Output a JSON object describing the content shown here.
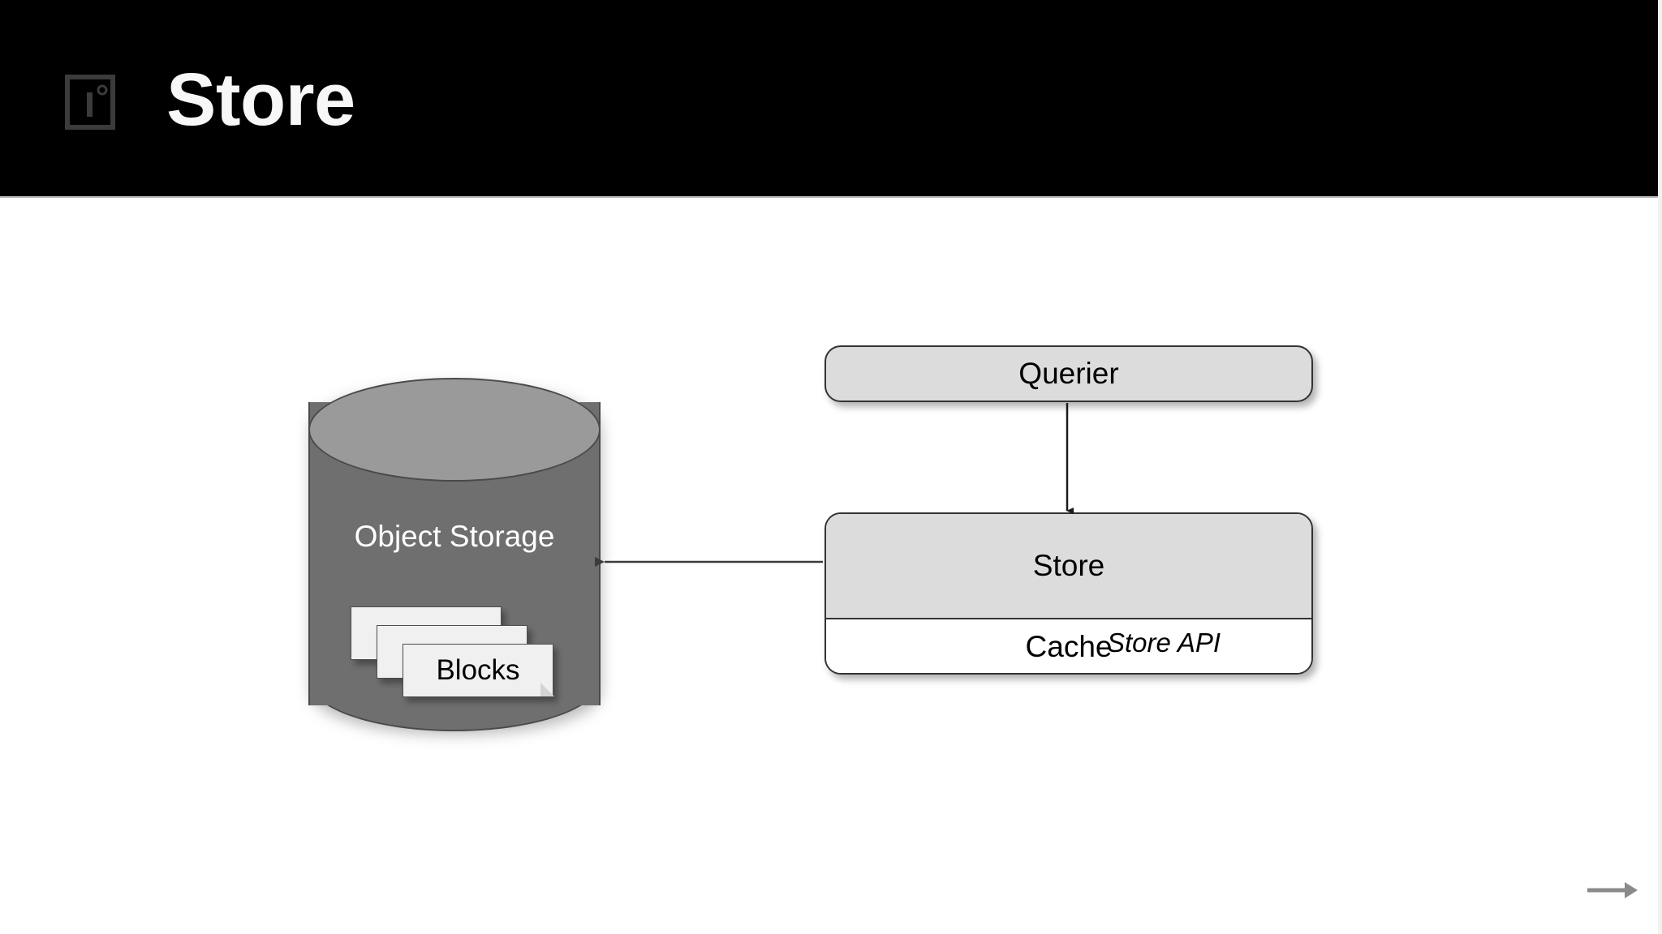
{
  "header": {
    "title": "Store",
    "icon": "store-logo-icon",
    "background_color": "#000000",
    "title_color": "#f7f7f7"
  },
  "diagram": {
    "type": "architecture-diagram",
    "nodes": [
      {
        "id": "object-storage",
        "label": "Object Storage",
        "shape": "cylinder",
        "fill_color": "#6f6f6f",
        "top_fill_color": "#9a9a9a",
        "text_color": "#ffffff"
      },
      {
        "id": "blocks",
        "label": "Blocks",
        "shape": "stacked-notes",
        "count": 3,
        "fill_color": "#f0f0f0",
        "text_color": "#000000"
      },
      {
        "id": "querier",
        "label": "Querier",
        "shape": "rounded-rect",
        "fill_color": "#dcdcdc",
        "text_color": "#000000"
      },
      {
        "id": "store",
        "label": "Store",
        "shape": "rounded-rect",
        "fill_color": "#dcdcdc",
        "text_color": "#000000"
      },
      {
        "id": "cache",
        "label": "Cache",
        "shape": "rounded-rect-section",
        "fill_color": "#ffffff",
        "text_color": "#000000"
      }
    ],
    "edges": [
      {
        "id": "querier-to-store",
        "from": "querier",
        "to": "store",
        "label": "Store API",
        "label_style": "italic",
        "direction": "down",
        "color": "#1a1a1a"
      },
      {
        "id": "store-to-object-storage",
        "from": "store",
        "to": "object-storage",
        "label": "",
        "direction": "left",
        "color": "#1a1a1a"
      }
    ]
  },
  "navigation": {
    "next_arrow": "next-slide-arrow-icon",
    "color": "#888888"
  }
}
